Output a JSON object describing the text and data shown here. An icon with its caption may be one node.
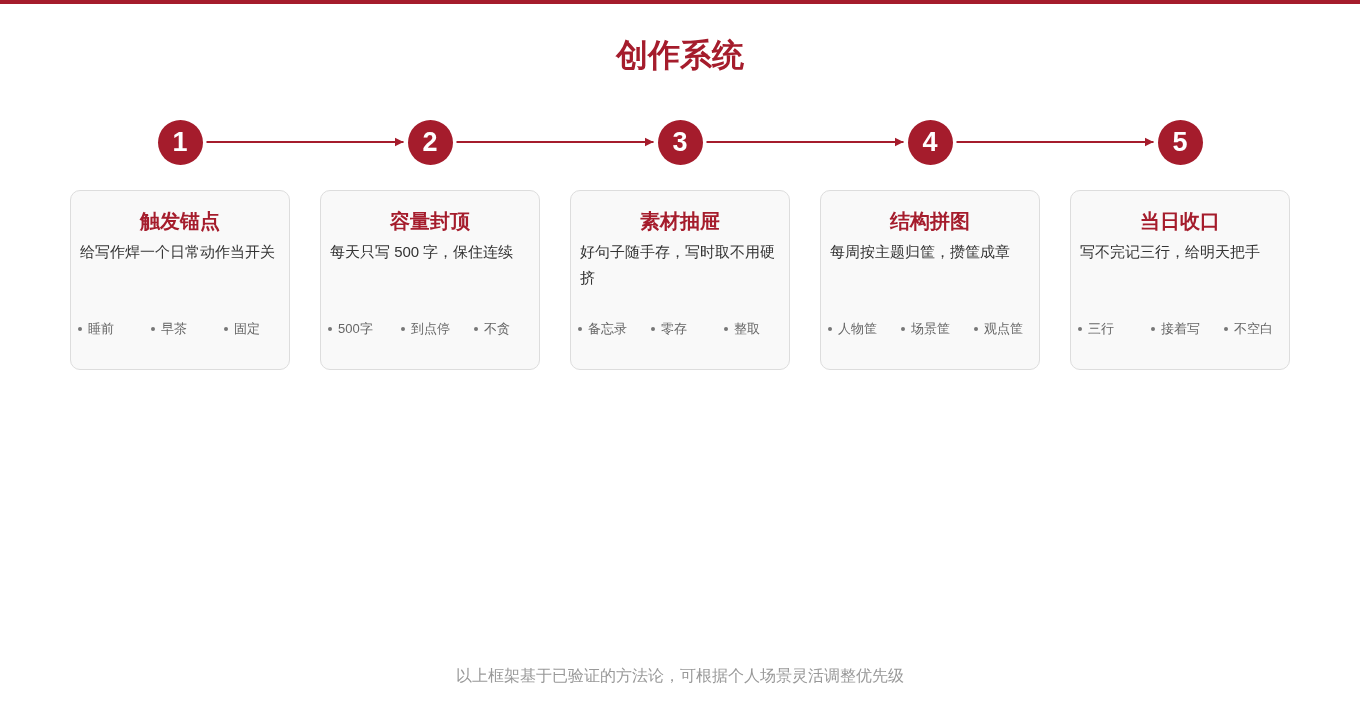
{
  "diagram": {
    "title": "创作系统",
    "caption": "以上框架基于已验证的方法论，可根据个人场景灵活调整优先级",
    "nodes": [
      {
        "text": [
          "1"
        ]
      },
      {
        "text": [
          "2"
        ]
      },
      {
        "text": [
          "3"
        ]
      },
      {
        "text": [
          "4"
        ]
      },
      {
        "text": [
          "5"
        ]
      },
      {
        "text": [
          "触发锚点",
          "给写作焊一个日常动作当开关",
          "睡前",
          "早茶",
          "固定"
        ]
      },
      {
        "text": [
          "容量封顶",
          "每天只写 500 字，保住连续",
          "500字",
          "到点停",
          "不贪"
        ]
      },
      {
        "text": [
          "素材抽屉",
          "好句子随手存，写时取不用硬挤",
          "备忘录",
          "零存",
          "整取"
        ]
      },
      {
        "text": [
          "结构拼图",
          "每周按主题归筐，攒筐成章",
          "人物筐",
          "场景筐",
          "观点筐"
        ]
      },
      {
        "text": [
          "当日收口",
          "写不完记三行，给明天把手",
          "三行",
          "接着写",
          "不空白"
        ]
      }
    ],
    "edges": [
      {
        "from": 0,
        "to": 1,
        "arrow": "to"
      },
      {
        "from": 1,
        "to": 2,
        "arrow": "to"
      },
      {
        "from": 2,
        "to": 3,
        "arrow": "to"
      },
      {
        "from": 3,
        "to": 4,
        "arrow": "to"
      }
    ]
  }
}
